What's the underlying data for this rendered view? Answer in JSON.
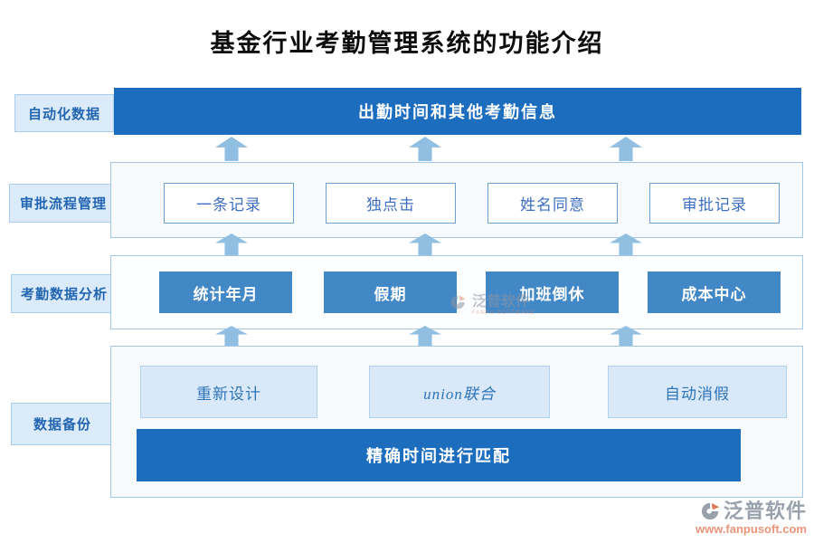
{
  "page": {
    "title": "基金行业考勤管理系统的功能介绍"
  },
  "sections": [
    {
      "label": "自动化数据",
      "banner": "出勤时间和其他考勤信息"
    },
    {
      "label": "审批流程管理",
      "boxes": [
        "一条记录",
        "独点击",
        "姓名同意",
        "审批记录"
      ]
    },
    {
      "label": "考勤数据分析",
      "boxes": [
        "统计年月",
        "假期",
        "加班倒休",
        "成本中心"
      ]
    },
    {
      "label": "数据备份",
      "boxes": [
        "重新设计",
        "union联合",
        "自动消假"
      ],
      "banner": "精确时间进行匹配"
    }
  ],
  "watermark": {
    "brand": "泛普软件",
    "caption": "FANPU SOFTWARE"
  },
  "footer": {
    "brand": "泛普软件",
    "url": "www.fanpusoft.com"
  },
  "colors": {
    "primary_banner": "#1d6dbf",
    "mid_blue_box": "#4287c6",
    "light_blue_fill": "#d9e9f9",
    "container_border": "#a4c7e7",
    "arrow": "#90bfe2",
    "white_box_text": "#3f6fbe",
    "side_label_text": "#2265b2",
    "footer_brand": "#99a1ad",
    "footer_url": "#e8957b"
  }
}
